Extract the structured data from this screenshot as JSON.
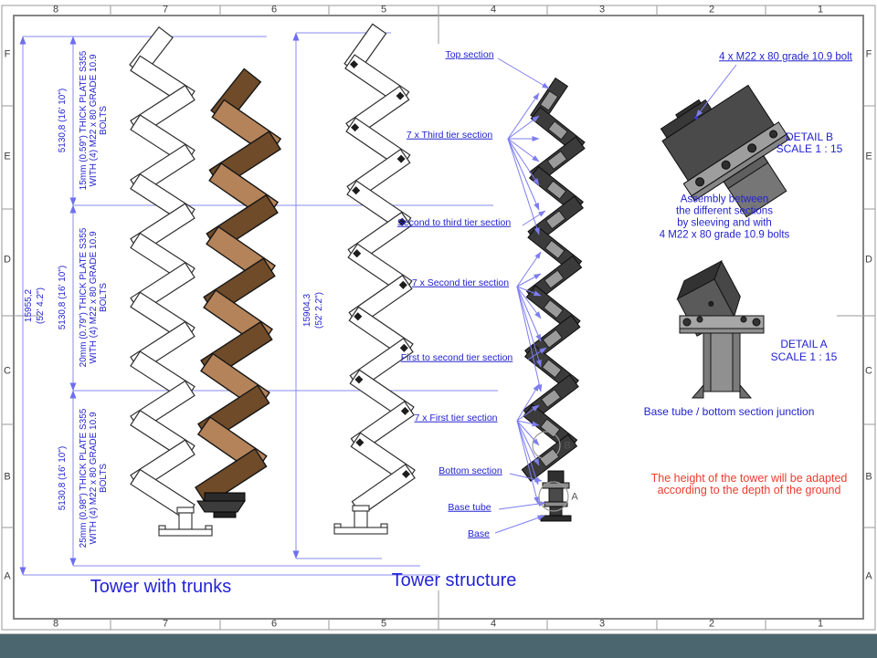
{
  "frame": {
    "cols_top": [
      "8",
      "7",
      "6",
      "5",
      "4",
      "3",
      "2",
      "1"
    ],
    "cols_bottom": [
      "8",
      "7",
      "6",
      "5",
      "4",
      "3",
      "2",
      "1"
    ],
    "rows_left": [
      "F",
      "E",
      "D",
      "C",
      "B",
      "A"
    ],
    "rows_right": [
      "F",
      "E",
      "D",
      "C",
      "B",
      "A"
    ]
  },
  "dimensions": {
    "overall": {
      "metric": "15955,2",
      "imperial": "(52' 4.2\")"
    },
    "structure_overall": {
      "metric": "15904,3",
      "imperial": "(52' 2.2\")"
    },
    "tier_length": "5130,8 (16' 10\")",
    "tier_notes": {
      "third": [
        "15mm (0.59\") THICK PLATE S355",
        "WITH (4) M22 x 80 GRADE 10.9",
        "BOLTS"
      ],
      "second": [
        "20mm (0.79\") THICK PLATE S355",
        "WITH (4) M22 x 80 GRADE 10.9",
        "BOLTS"
      ],
      "first": [
        "25mm (0.98\") THICK PLATE S355",
        "WITH (4) M22 x 80 GRADE 10.9",
        "BOLTS"
      ]
    }
  },
  "callouts": {
    "top_section": "Top section",
    "third_tier": "7 x Third tier section",
    "second_to_third": "Second to third tier section",
    "second_tier": "7 x Second tier section",
    "first_to_second": "First to second tier section",
    "first_tier": "7 x First tier section",
    "bottom_section": "Bottom section",
    "base_tube": "Base tube",
    "base": "Base"
  },
  "details": {
    "bolt_callout": "4 x M22 x 80 grade 10.9 bolt",
    "detail_b": {
      "title": "DETAIL B",
      "scale": "SCALE 1 : 15",
      "marker": "B"
    },
    "detail_a": {
      "title": "DETAIL A",
      "scale": "SCALE 1 : 15",
      "marker": "A"
    },
    "assembly_note": [
      "Assembly between",
      "the different sections",
      "by sleeving and with",
      "4 M22 x 80 grade 10.9 bolts"
    ],
    "junction_caption": "Base tube / bottom section junction",
    "height_note": [
      "The height of the tower will be adapted",
      "according to the depth of the ground"
    ]
  },
  "titles": {
    "left": "Tower with trunks",
    "right": "Tower structure"
  },
  "colors": {
    "annotation_blue": "#2323cf",
    "leader_blue": "#7d7df0",
    "warning_red": "#ef3b2d",
    "status_bar": "#4b666e"
  }
}
